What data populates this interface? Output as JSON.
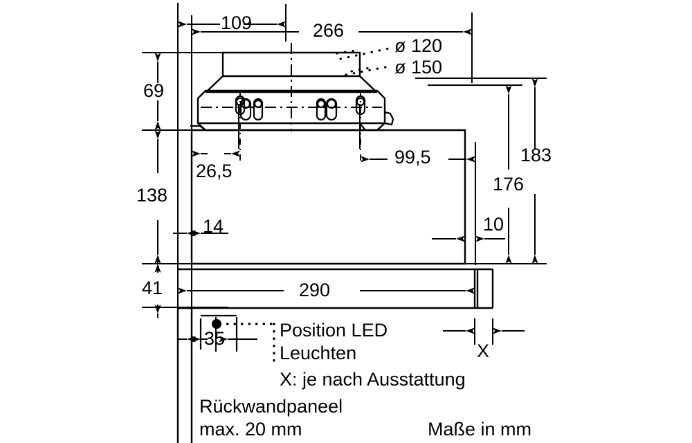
{
  "drawing": {
    "kind": "appliance-installation-dimension-drawing",
    "units_note": "Maße in mm",
    "line_color": "#000000",
    "background_color": "#ffffff"
  },
  "dimensions": {
    "top_109": "109",
    "top_266": "266",
    "left_69": "69",
    "left_138": "138",
    "left_41": "41",
    "inner_26_5": "26,5",
    "inner_14": "14",
    "inner_99_5": "99,5",
    "inner_10": "10",
    "right_183": "183",
    "right_176": "176",
    "bottom_290": "290",
    "bottom_35": "35",
    "marker_x": "X"
  },
  "callouts": {
    "duct_120": "ø 120",
    "duct_150": "ø 150"
  },
  "notes": {
    "led_line1": "Position LED",
    "led_line2": "Leuchten",
    "x_legend": "X: je nach Ausstattung",
    "panel_line1": "Rückwandpaneel",
    "panel_line2": "max. 20 mm",
    "units": "Maße in mm"
  }
}
